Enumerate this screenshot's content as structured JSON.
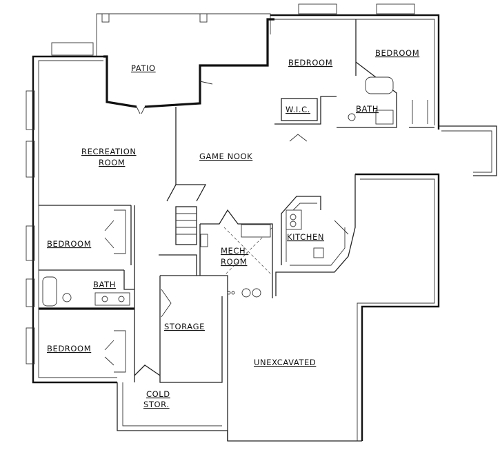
{
  "rooms": {
    "patio": "PATIO",
    "bedroom_top_left": "BEDROOM",
    "bedroom_top_right": "BEDROOM",
    "wic": "W.I.C.",
    "bath_top": "BATH",
    "recreation_line1": "RECREATION",
    "recreation_line2": "ROOM",
    "game_nook": "GAME NOOK",
    "kitchen": "KITCHEN",
    "mech_line1": "MECH.",
    "mech_line2": "ROOM",
    "bedroom_left_mid": "BEDROOM",
    "bath_left": "BATH",
    "storage": "STORAGE",
    "bedroom_left_low": "BEDROOM",
    "unexcavated": "UNEXCAVATED",
    "cold_line1": "COLD",
    "cold_line2": "STOR."
  }
}
